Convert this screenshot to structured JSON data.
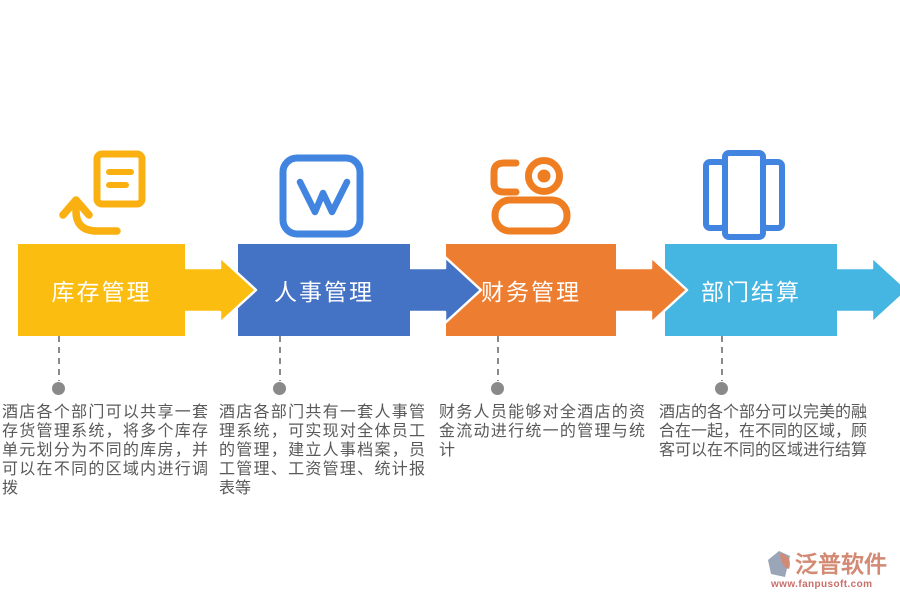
{
  "page": {
    "background_color": "#ffffff"
  },
  "process": {
    "stages": [
      {
        "title": "库存管理",
        "color": "#fcbd11",
        "icon": "inventory-sync-document-icon",
        "icon_color": "#f9b010",
        "description": "酒店各个部门可以共享一套存货管理系统，将多个库存单元划分为不同的库房，并可以在不同的区域内进行调拨"
      },
      {
        "title": "人事管理",
        "color": "#4472c4",
        "icon": "word-document-icon",
        "icon_color": "#4285e0",
        "description": "酒店各部门共有一套人事管理系统，可实现对全体员工的管理，建立人事档案，员工管理、工资管理、统计报表等"
      },
      {
        "title": "财务管理",
        "color": "#ed7d31",
        "icon": "cash-register-icon",
        "icon_color": "#ef7e22",
        "description": "财务人员能够对全酒店的资金流动进行统一的管理与统计"
      },
      {
        "title": "部门结算",
        "color": "#45b5e2",
        "icon": "gallery-carousel-icon",
        "icon_color": "#4285e0",
        "description": "酒店的各个部分可以完美的融合在一起，在不同的区域，顾客可以在不同的区域进行结算"
      }
    ],
    "connector": {
      "line_color": "#8a8a8a",
      "dot_color": "#8a8a8a"
    }
  },
  "watermark": {
    "brand": "泛普软件",
    "url": "www.fanpusoft.com",
    "brand_color": "#d28a74",
    "url_color": "#c96f6a",
    "mark_gray_color": "#9aa5b8",
    "mark_accent_color": "#d28a74"
  }
}
